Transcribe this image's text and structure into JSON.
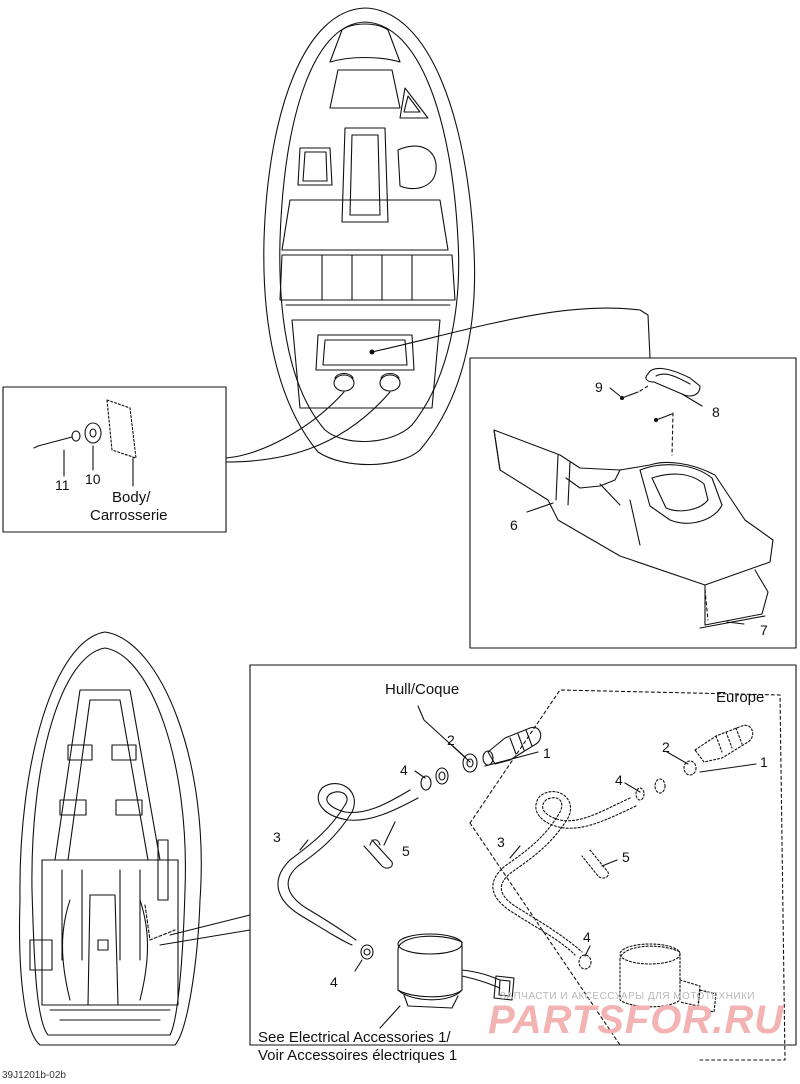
{
  "callouts": {
    "c1a": "1",
    "c2a": "2",
    "c3a": "3",
    "c4a": "4",
    "c4b": "4",
    "c5a": "5",
    "c1b": "1",
    "c2b": "2",
    "c3b": "3",
    "c4c": "4",
    "c4d": "4",
    "c5b": "5",
    "c6": "6",
    "c7": "7",
    "c8": "8",
    "c9": "9",
    "c10": "10",
    "c11": "11"
  },
  "labels": {
    "body": "Body/",
    "carrosserie": "Carrosserie",
    "hull": "Hull/Coque",
    "europe": "Europe",
    "see_elec_1": "See Electrical Accessories 1/",
    "see_elec_2": "Voir Accessoires électriques 1",
    "drawing_code": "39J1201b-02b"
  },
  "watermark": {
    "tagline": "ЗАПЧАСТИ И АКСЕССУАРЫ ДЛЯ МОТОТЕХНИКИ",
    "brand": "PARTSFOR.RU"
  },
  "colors": {
    "line": "#111111",
    "watermark": "#f3b3b3"
  }
}
